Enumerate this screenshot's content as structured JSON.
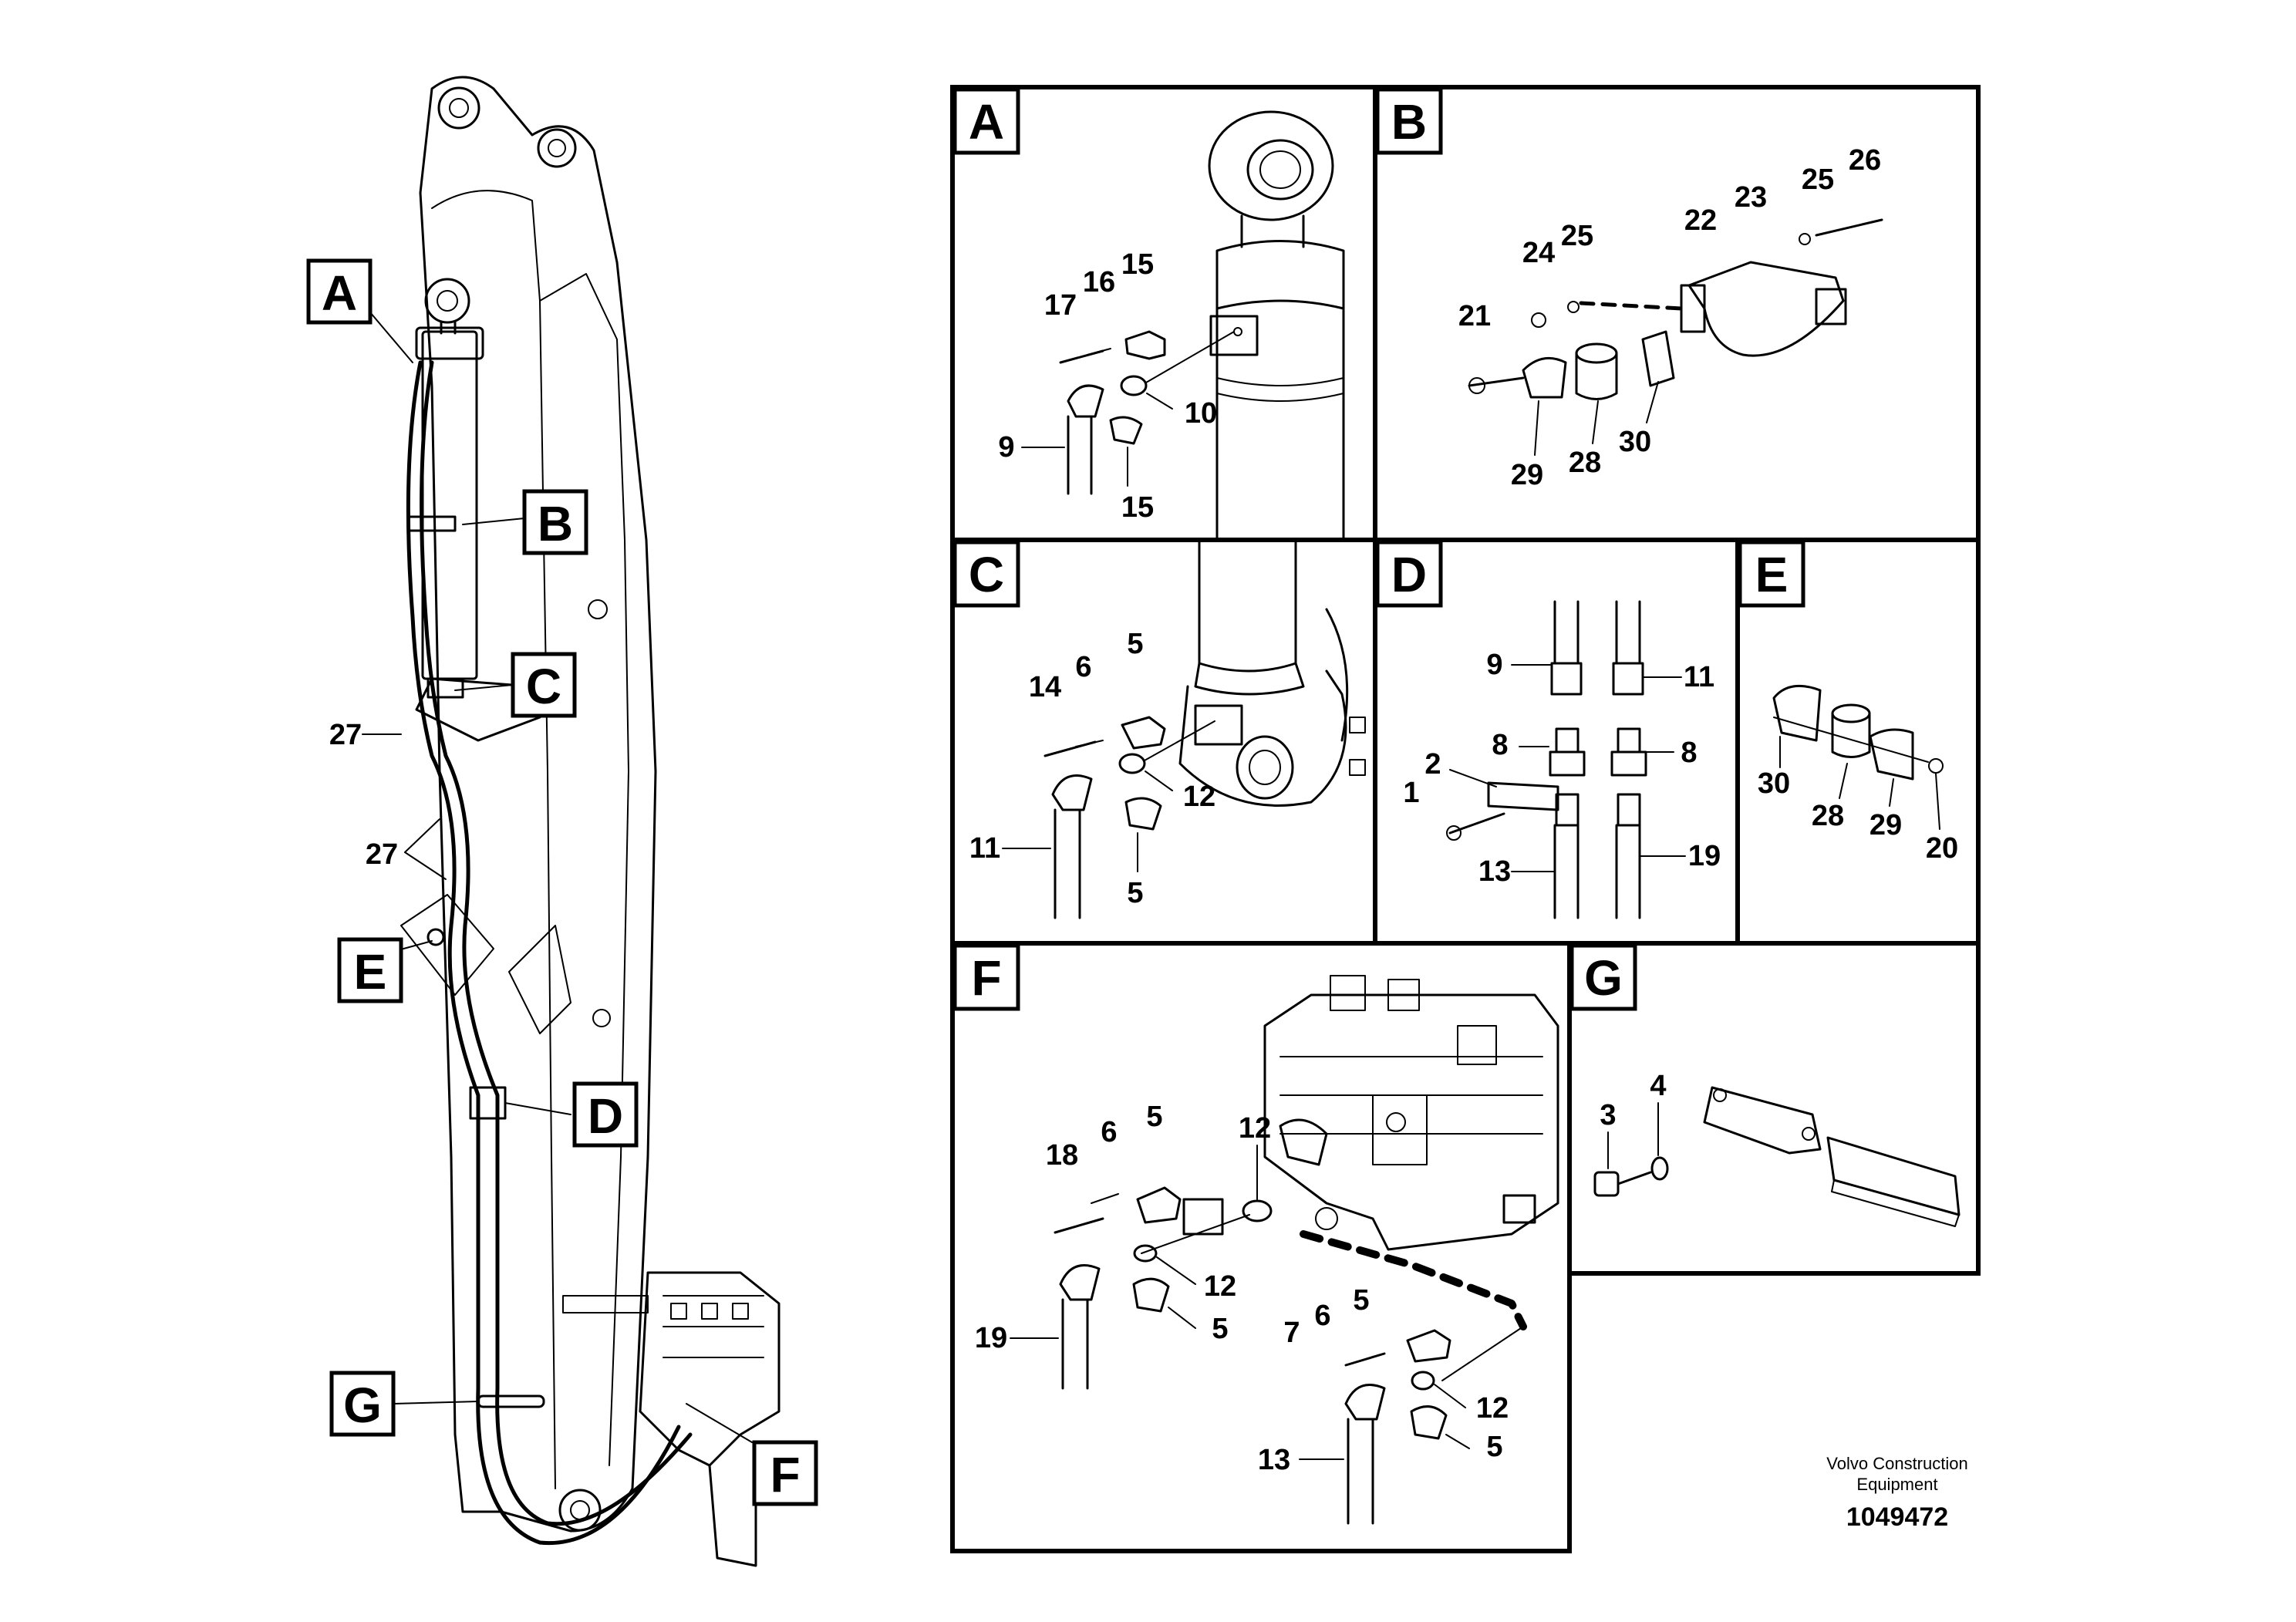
{
  "callouts": {
    "A": "A",
    "B": "B",
    "C": "C",
    "D": "D",
    "E": "E",
    "F": "F",
    "G": "G"
  },
  "boom_labels": {
    "clamp_27a": "27",
    "clamp_27b": "27"
  },
  "panels": {
    "A": {
      "letter": "A",
      "labels": [
        "17",
        "16",
        "15",
        "10",
        "9",
        "15"
      ]
    },
    "B": {
      "letter": "B",
      "labels": [
        "24",
        "25",
        "22",
        "23",
        "25",
        "26",
        "21",
        "29",
        "28",
        "30"
      ]
    },
    "C": {
      "letter": "C",
      "labels": [
        "14",
        "6",
        "5",
        "12",
        "11",
        "5"
      ]
    },
    "D": {
      "letter": "D",
      "labels": [
        "9",
        "11",
        "8",
        "8",
        "2",
        "1",
        "13",
        "19"
      ]
    },
    "E": {
      "letter": "E",
      "labels": [
        "30",
        "28",
        "29",
        "20"
      ]
    },
    "F": {
      "letter": "F",
      "labels": [
        "18",
        "6",
        "5",
        "12",
        "12",
        "5",
        "19",
        "7",
        "6",
        "5",
        "12",
        "13",
        "5"
      ]
    },
    "G": {
      "letter": "G",
      "labels": [
        "3",
        "4"
      ]
    }
  },
  "footer": {
    "company_line1": "Volvo Construction",
    "company_line2": "Equipment",
    "drawing_number": "1049472"
  }
}
